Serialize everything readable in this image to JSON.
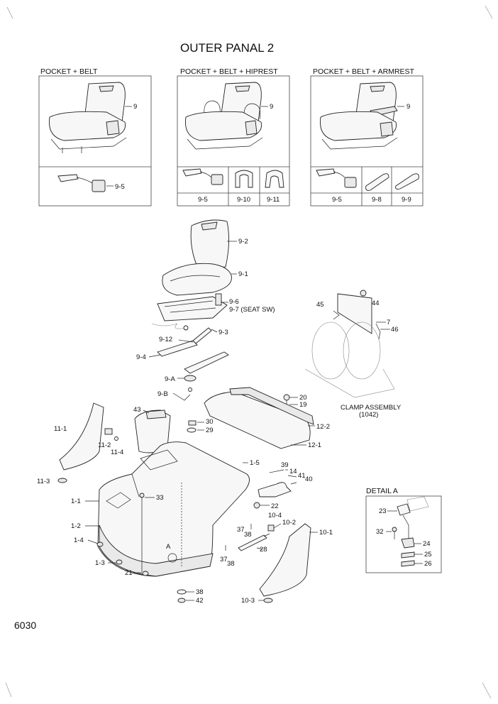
{
  "title": "OUTER PANAL 2",
  "page_number": "6030",
  "panels": [
    {
      "id": "p1",
      "header": "POCKET + BELT",
      "seat_label": "9",
      "cells": [
        "9-5"
      ]
    },
    {
      "id": "p2",
      "header": "POCKET + BELT + HIPREST",
      "seat_label": "9",
      "cells": [
        "9-5",
        "9-10",
        "9-11"
      ]
    },
    {
      "id": "p3",
      "header": "POCKET + BELT + ARMREST",
      "seat_label": "9",
      "cells": [
        "9-5",
        "9-8",
        "9-9"
      ]
    }
  ],
  "callouts": {
    "c9_2": "9-2",
    "c9_1": "9-1",
    "c9_6": "9-6",
    "c9_7": "9-7 (SEAT SW)",
    "c9_3": "9-3",
    "c9_12": "9-12",
    "c9_4": "9-4",
    "c9_A": "9-A",
    "c9_B": "9-B",
    "c43": "43",
    "c30": "30",
    "c29": "29",
    "c20": "20",
    "c19": "19",
    "c12_2": "12-2",
    "c12_1": "12-1",
    "c11_1": "11-1",
    "c11_2": "11-2",
    "c11_4": "11-4",
    "c11_3": "11-3",
    "c1_5": "1-5",
    "c39": "39",
    "c14": "14",
    "c41": "41",
    "c40": "40",
    "c33": "33",
    "c1_1": "1-1",
    "c1_2": "1-2",
    "c1_4": "1-4",
    "c1_3": "1-3",
    "c21": "21",
    "cA": "A",
    "c22": "22",
    "c10_4": "10-4",
    "c37a": "37",
    "c38a": "38",
    "c10_2": "10-2",
    "c28": "28",
    "c37b": "37",
    "c38b": "38",
    "c10_1": "10-1",
    "c10_3": "10-3",
    "c38c": "38",
    "c42": "42",
    "c45": "45",
    "c44": "44",
    "c7": "7",
    "c46": "46"
  },
  "clamp_assembly": {
    "label": "CLAMP ASSEMBLY",
    "code": "(1042)"
  },
  "detail": {
    "title": "DETAIL A",
    "labels": {
      "d23": "23",
      "d32": "32",
      "d24": "24",
      "d25": "25",
      "d26": "26"
    }
  }
}
